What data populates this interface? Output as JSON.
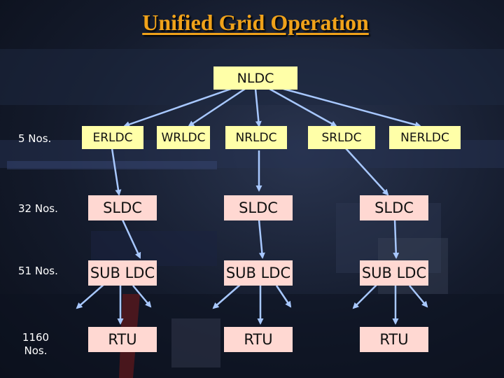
{
  "title": "Unified Grid Operation",
  "tiers": [
    "5 Nos.",
    "32 Nos.",
    "51 Nos.",
    "1160 Nos."
  ],
  "nldc": "NLDC",
  "rldc": [
    "ERLDC",
    "WRLDC",
    "NRLDC",
    "SRLDC",
    "NERLDC"
  ],
  "sldc": [
    "SLDC",
    "SLDC",
    "SLDC"
  ],
  "subldc": [
    "SUB LDC",
    "SUB LDC",
    "SUB LDC"
  ],
  "rtu": [
    "RTU",
    "RTU",
    "RTU"
  ],
  "colors": {
    "title": "#f0a21a",
    "top_boxes": "#ffffa8",
    "lower_boxes": "#ffd8d2",
    "arrows": "#a8c8ff"
  }
}
